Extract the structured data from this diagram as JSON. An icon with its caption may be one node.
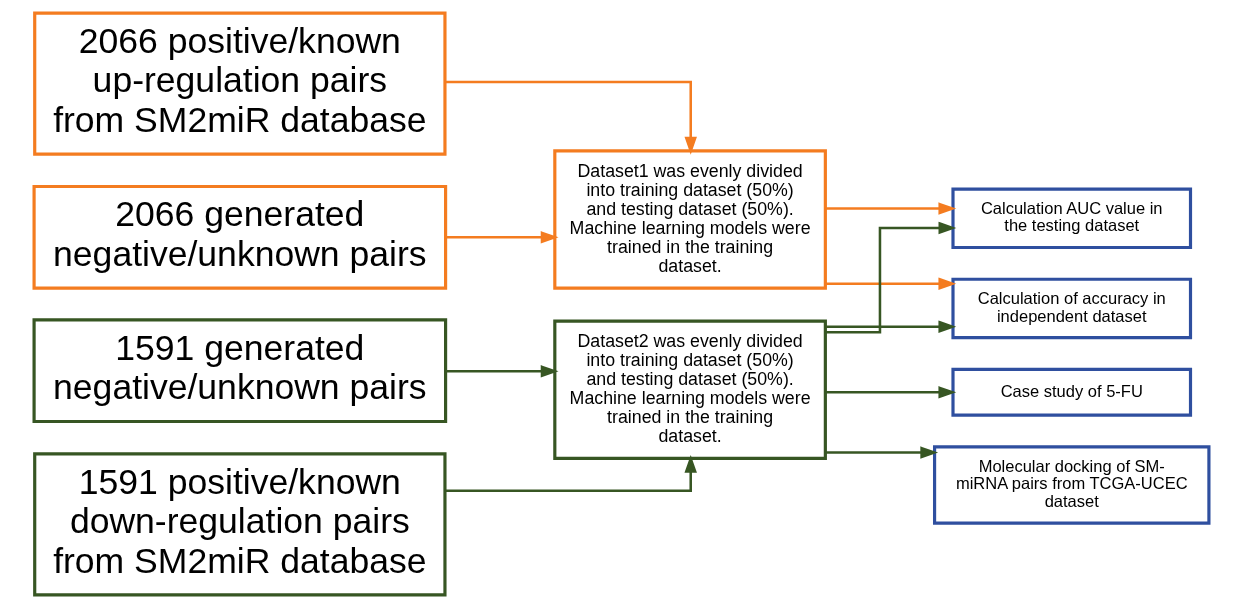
{
  "diagram": {
    "nodes": [
      {
        "text": [
          "2066 positive/known up-regulation pairs from SM2miR database"
        ]
      },
      {
        "text": [
          "2066 generated negative/unknown pairs"
        ]
      },
      {
        "text": [
          "Dataset1 was evenly divided into training dataset (50%) and testing dataset (50%). Machine learning models were trained in the training dataset."
        ]
      },
      {
        "text": [
          "1591 generated negative/unknown pairs"
        ]
      },
      {
        "text": [
          "1591 positive/known down-regulation pairs from SM2miR database"
        ]
      },
      {
        "text": [
          "Dataset2 was evenly divided into training dataset (50%) and testing dataset (50%). Machine learning models were trained in the training dataset."
        ]
      },
      {
        "text": [
          "Calculation AUC value in the testing dataset"
        ]
      },
      {
        "text": [
          "Case study of 5-FU"
        ]
      },
      {
        "text": [
          "Calculation of accuracy in independent dataset"
        ]
      },
      {
        "text": [
          "Molecular docking of SM-miRNA pairs from TCGA-UCEC dataset"
        ]
      }
    ],
    "edges": [
      {
        "from": 0,
        "to": 2,
        "arrow": "to",
        "color": "#f47c20"
      },
      {
        "from": 1,
        "to": 2,
        "arrow": "to",
        "color": "#f47c20"
      },
      {
        "from": 3,
        "to": 5,
        "arrow": "to"
      },
      {
        "from": 4,
        "to": 5,
        "arrow": "to"
      },
      {
        "from": 2,
        "to": 6,
        "arrow": "to",
        "color": "#f47c20"
      },
      {
        "from": 2,
        "to": 8,
        "arrow": "to",
        "color": "#f47c20"
      },
      {
        "from": 5,
        "to": 6,
        "arrow": "to"
      },
      {
        "from": 5,
        "to": 7,
        "arrow": "to"
      },
      {
        "from": 5,
        "to": 8,
        "arrow": "to"
      },
      {
        "from": 5,
        "to": 9,
        "arrow": "to"
      }
    ]
  }
}
